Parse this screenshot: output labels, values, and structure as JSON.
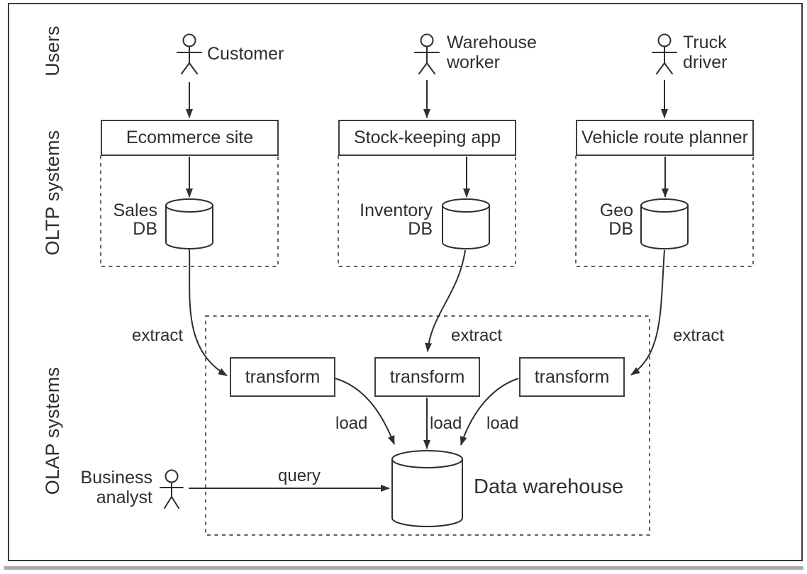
{
  "sections": {
    "users": "Users",
    "oltp": "OLTP systems",
    "olap": "OLAP systems"
  },
  "actors": {
    "customer": "Customer",
    "warehouse_worker": {
      "line1": "Warehouse",
      "line2": "worker"
    },
    "truck_driver": {
      "line1": "Truck",
      "line2": "driver"
    },
    "business_analyst": {
      "line1": "Business",
      "line2": "analyst"
    }
  },
  "systems": {
    "ecommerce_site": "Ecommerce site",
    "stock_keeping_app": "Stock-keeping app",
    "vehicle_route_planner": "Vehicle route planner"
  },
  "databases": {
    "sales": {
      "line1": "Sales",
      "line2": "DB"
    },
    "inventory": {
      "line1": "Inventory",
      "line2": "DB"
    },
    "geo": {
      "line1": "Geo",
      "line2": "DB"
    },
    "data_warehouse": "Data warehouse"
  },
  "etl": {
    "transform": "transform",
    "extract": "extract",
    "load": "load",
    "query": "query"
  },
  "colors": {
    "stroke": "#2f2f2f",
    "text": "#2f2f2f",
    "background": "#ffffff",
    "frame": "#3b3b3b",
    "dashed_border": "#4a4a4a",
    "page_edge": "#ababab"
  }
}
